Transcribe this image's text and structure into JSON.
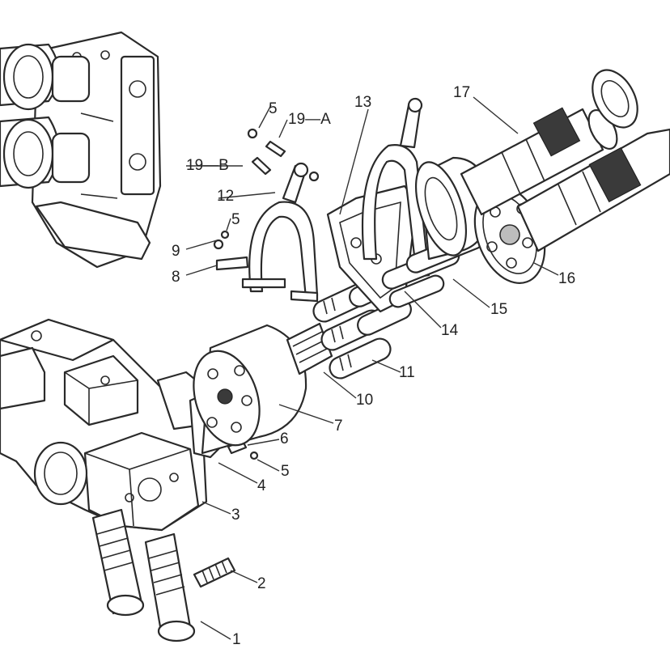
{
  "callouts": [
    {
      "id": "c1",
      "text": "1"
    },
    {
      "id": "c2",
      "text": "2"
    },
    {
      "id": "c3",
      "text": "3"
    },
    {
      "id": "c4",
      "text": "4"
    },
    {
      "id": "c5a",
      "text": "5"
    },
    {
      "id": "c5b",
      "text": "5"
    },
    {
      "id": "c5c",
      "text": "5"
    },
    {
      "id": "c6",
      "text": "6"
    },
    {
      "id": "c7",
      "text": "7"
    },
    {
      "id": "c8",
      "text": "8"
    },
    {
      "id": "c9",
      "text": "9"
    },
    {
      "id": "c10",
      "text": "10"
    },
    {
      "id": "c11",
      "text": "11"
    },
    {
      "id": "c12",
      "text": "12"
    },
    {
      "id": "c13",
      "text": "13"
    },
    {
      "id": "c14",
      "text": "14"
    },
    {
      "id": "c15",
      "text": "15"
    },
    {
      "id": "c16",
      "text": "16"
    },
    {
      "id": "c17",
      "text": "17"
    },
    {
      "id": "c19a",
      "text": "19—A"
    },
    {
      "id": "c19b",
      "text": "19—B"
    }
  ]
}
